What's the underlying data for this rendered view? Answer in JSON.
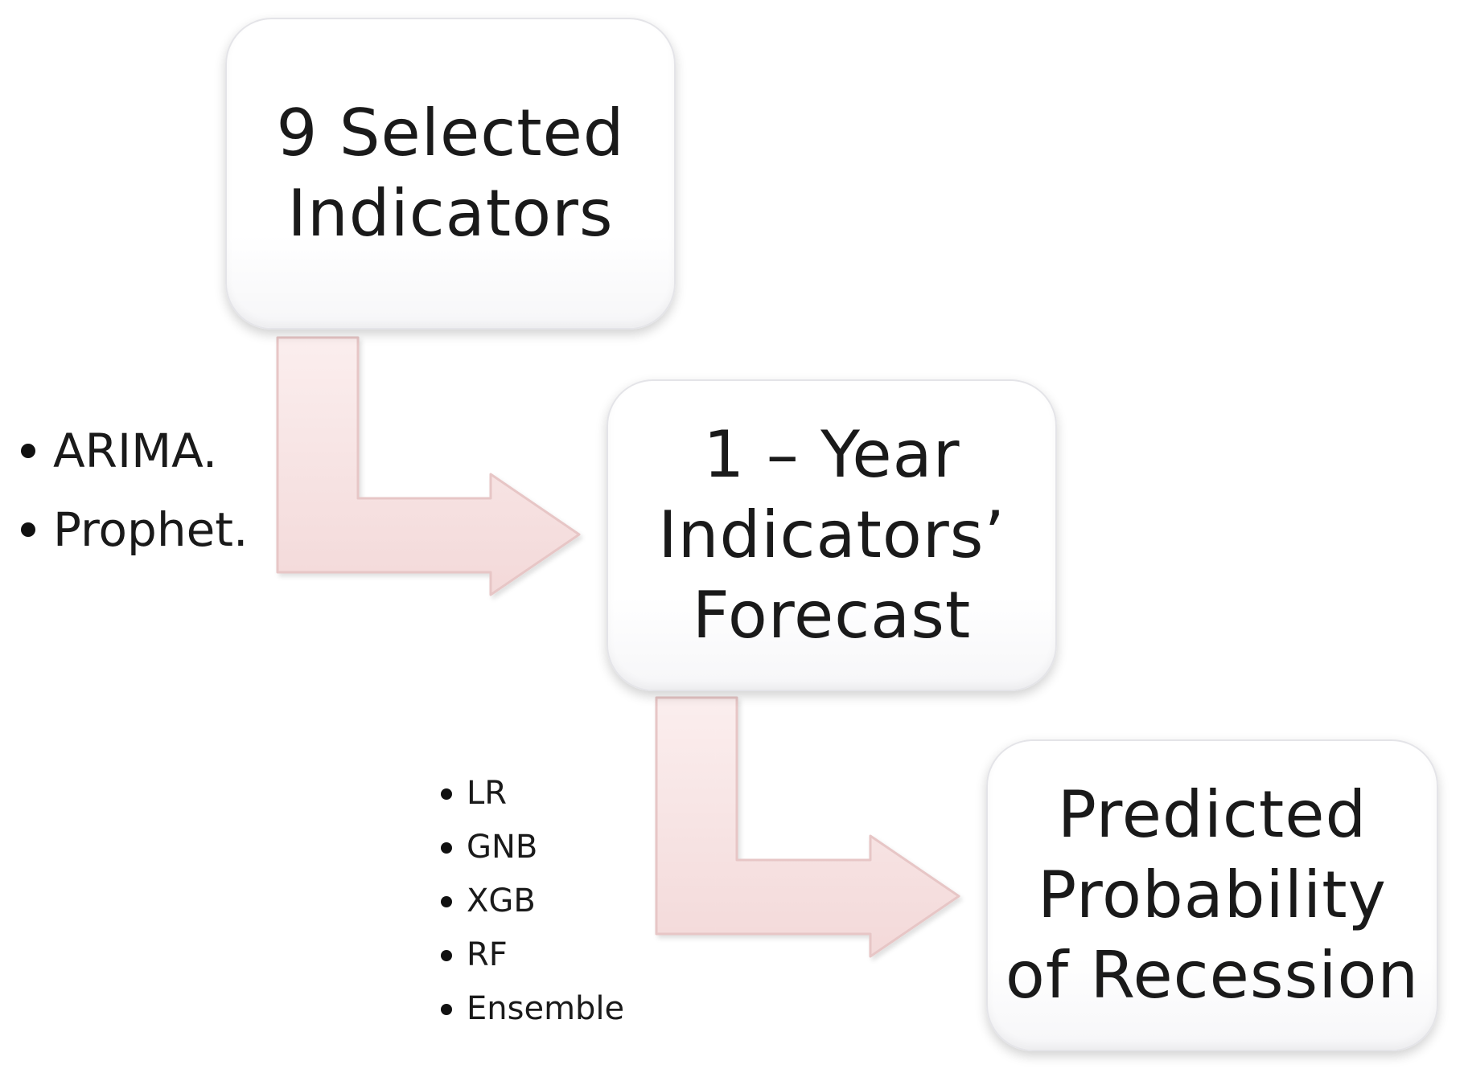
{
  "nodes": [
    {
      "id": "selected-indicators",
      "lines": [
        "9 Selected",
        "Indicators"
      ]
    },
    {
      "id": "indicators-forecast",
      "lines": [
        "1 – Year",
        "Indicators’",
        "Forecast"
      ]
    },
    {
      "id": "recession-probability",
      "lines": [
        "Predicted",
        "Probability",
        "of Recession"
      ]
    }
  ],
  "edges": [
    {
      "from": "selected-indicators",
      "to": "indicators-forecast",
      "methods": [
        "ARIMA.",
        "Prophet."
      ]
    },
    {
      "from": "indicators-forecast",
      "to": "recession-probability",
      "methods": [
        "LR",
        "GNB",
        "XGB",
        "RF",
        "Ensemble"
      ]
    }
  ],
  "colors": {
    "arrow_fill": "#f8e4e4",
    "arrow_stroke": "#e7c6c6",
    "box_border": "#e4e4e8",
    "text": "#1a1a1a"
  }
}
